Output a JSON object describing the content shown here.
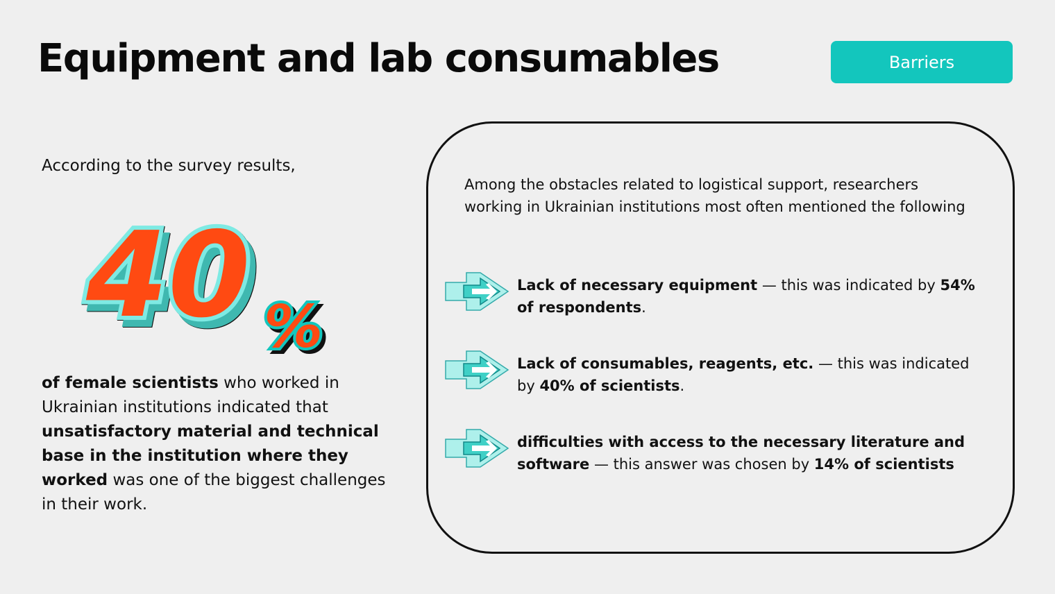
{
  "header": {
    "title": "Equipment and lab consumables",
    "badge": "Barriers"
  },
  "left": {
    "intro": "According to the survey results,",
    "big_stat": "40",
    "big_stat_symbol": "%",
    "para": {
      "b1": "of female scientists",
      "t1": " who worked in Ukrainian institutions indicated that ",
      "b2": "unsatisfactory material and technical base in the institution where they worked",
      "t2": " was one of the biggest challenges in their work."
    }
  },
  "card": {
    "intro": "Among the obstacles related to logistical support, researchers working in Ukrainian institutions most often mentioned the following",
    "items": [
      {
        "bold": "Lack of necessary equipment",
        "text": " — this was indicated by ",
        "bold2": "54% of respondents",
        "end": "."
      },
      {
        "bold": "Lack of consumables, reagents, etc.",
        "text": " — this was indicated by ",
        "bold2": "40% of scientists",
        "end": "."
      },
      {
        "bold": "difficulties with access to the necessary literature and software",
        "text": " — this answer was chosen by ",
        "bold2": "14% of scientists",
        "end": ""
      }
    ]
  },
  "colors": {
    "accent": "#13c6bd",
    "orange": "#ff4a12",
    "aqua": "#7eeae3"
  }
}
